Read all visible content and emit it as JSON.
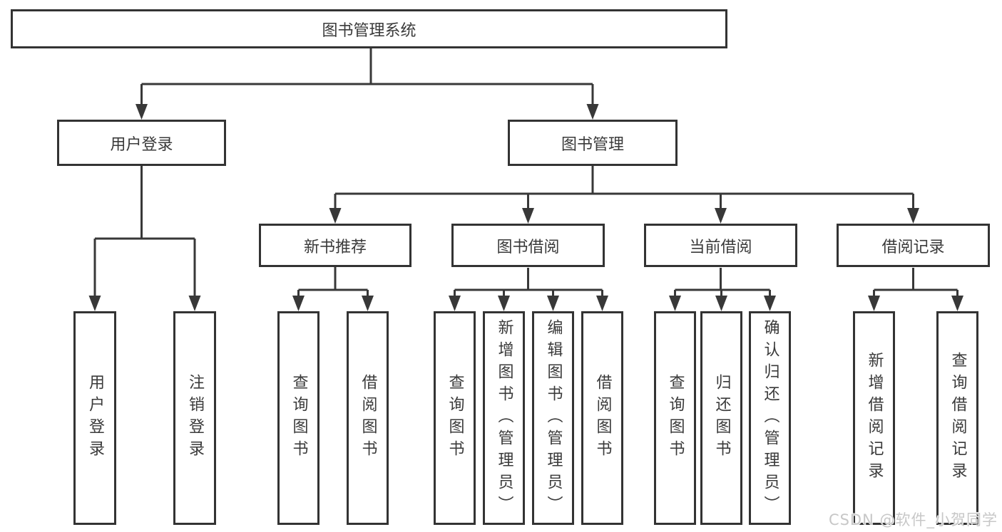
{
  "tree": {
    "label": "图书管理系统",
    "children": [
      {
        "label": "用户登录",
        "children": [
          {
            "label": "用户登录"
          },
          {
            "label": "注销登录"
          }
        ]
      },
      {
        "label": "图书管理",
        "children": [
          {
            "label": "新书推荐",
            "children": [
              {
                "label": "查询图书"
              },
              {
                "label": "借阅图书"
              }
            ]
          },
          {
            "label": "图书借阅",
            "children": [
              {
                "label": "查询图书"
              },
              {
                "label": "新增图书（管理员）"
              },
              {
                "label": "编辑图书（管理员）"
              },
              {
                "label": "借阅图书"
              }
            ]
          },
          {
            "label": "当前借阅",
            "children": [
              {
                "label": "查询图书"
              },
              {
                "label": "归还图书"
              },
              {
                "label": "确认归还（管理员）"
              }
            ]
          },
          {
            "label": "借阅记录",
            "children": [
              {
                "label": "新增借阅记录"
              },
              {
                "label": "查询借阅记录"
              }
            ]
          }
        ]
      }
    ]
  },
  "watermark": "CSDN @软件_小贺同学",
  "colors": {
    "line": "#383838",
    "box_border": "#333333",
    "text": "#3a3a3a",
    "background": "#ffffff",
    "watermark": "#c7c7c7"
  }
}
